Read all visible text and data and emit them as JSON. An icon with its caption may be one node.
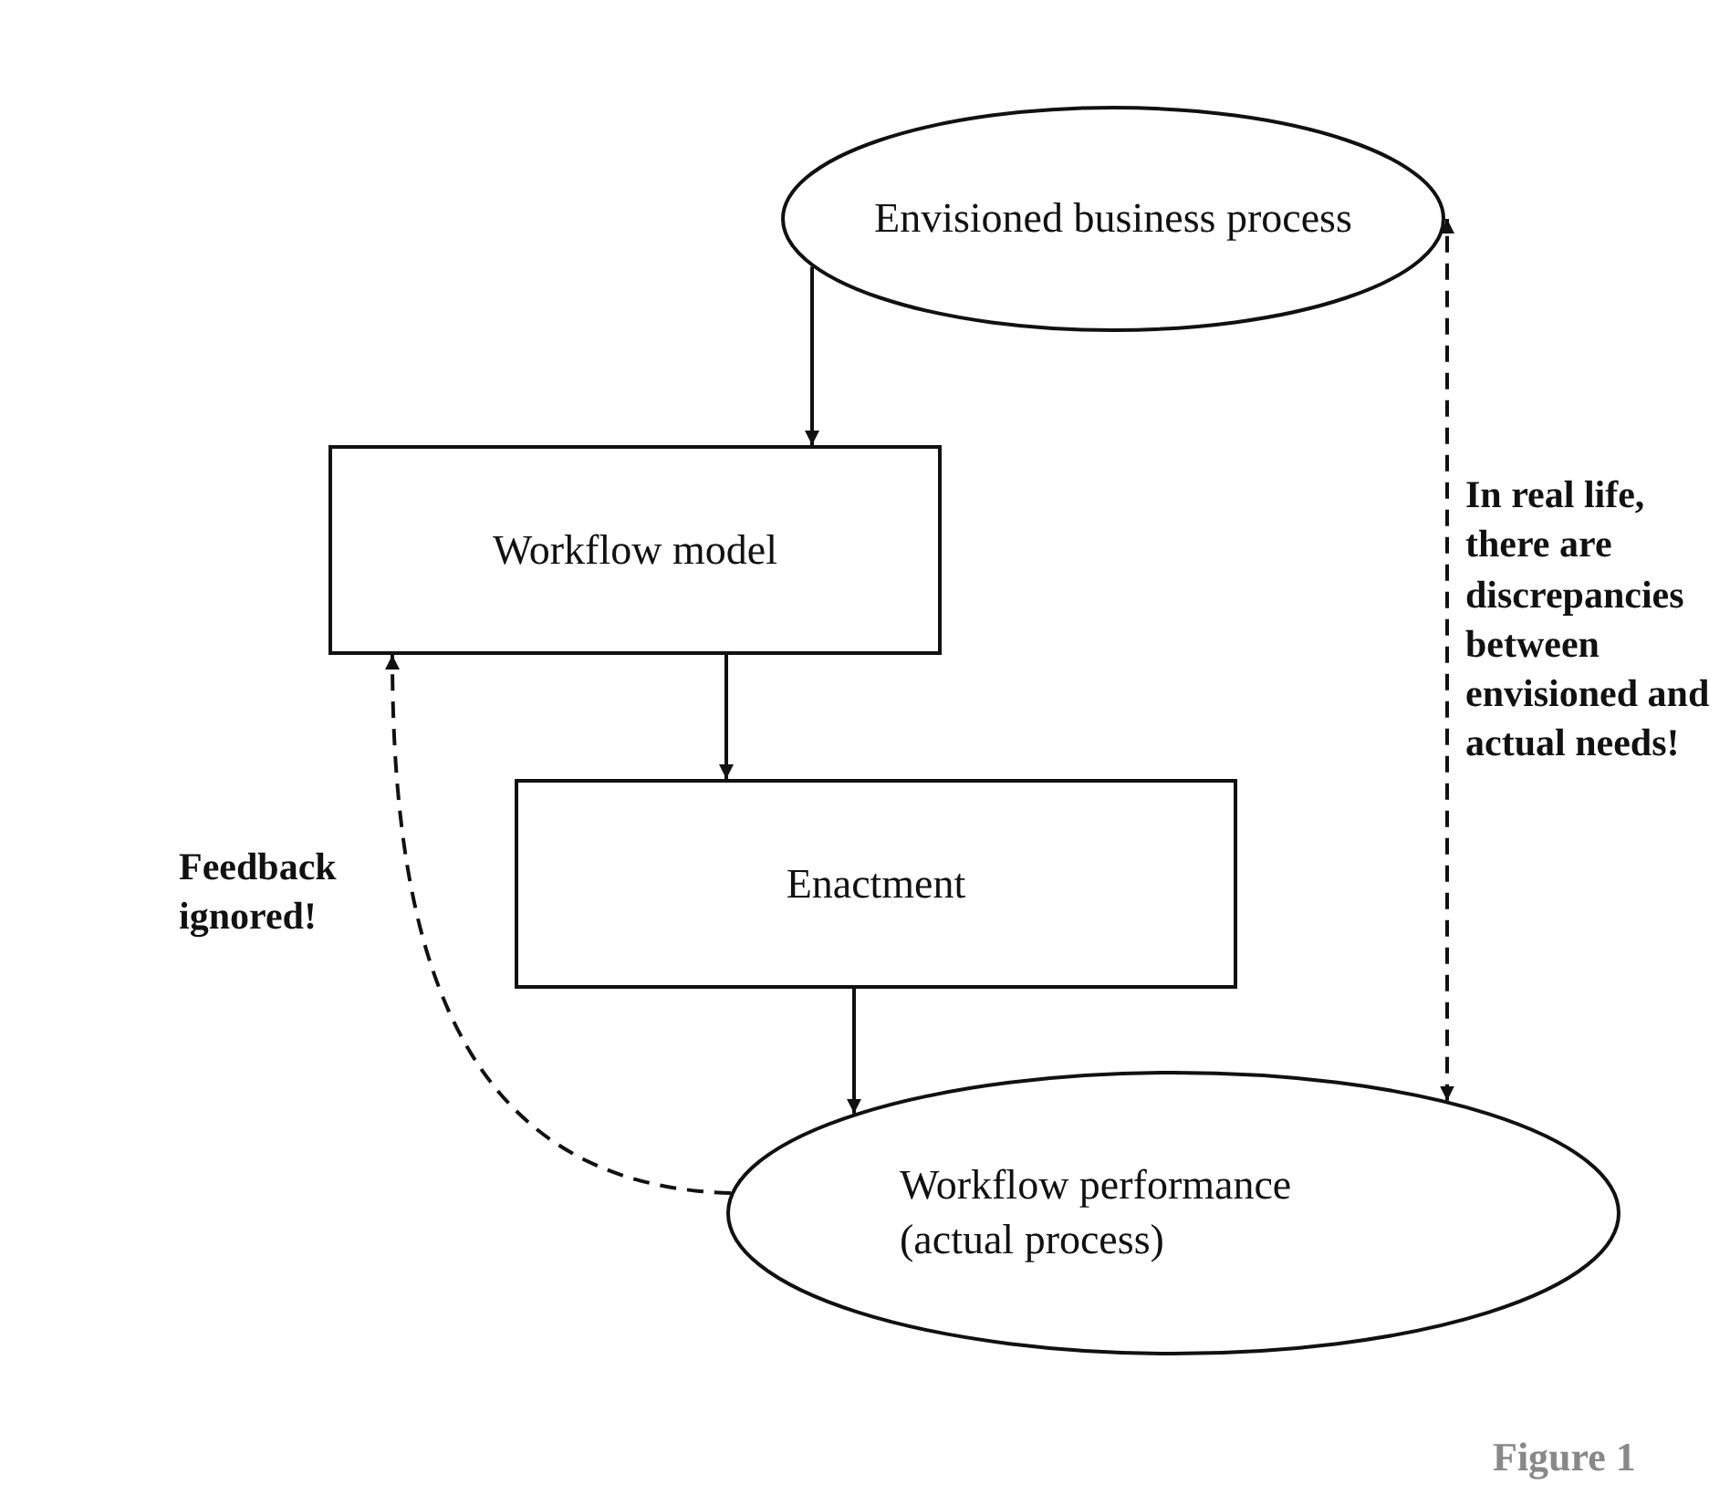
{
  "diagram": {
    "caption": "Figure 1",
    "nodes": [
      {
        "text": [
          "Envisioned business process"
        ]
      },
      {
        "text": [
          "Workflow model"
        ]
      },
      {
        "text": [
          "Enactment"
        ]
      },
      {
        "text": [
          "Workflow performance (actual process)"
        ]
      }
    ],
    "edges": [
      {
        "from": 0,
        "to": 1,
        "arrow": "to"
      },
      {
        "from": 1,
        "to": 2,
        "arrow": "to"
      },
      {
        "from": 2,
        "to": 3,
        "arrow": "to"
      },
      {
        "from": 3,
        "to": 1,
        "arrow": "to",
        "style": "dashed",
        "label": "Feedback ignored!"
      },
      {
        "from": 3,
        "to": 0,
        "arrow": "both",
        "style": "dashed",
        "label": "In real life, there are discrepancies between envisioned and actual needs!"
      }
    ]
  }
}
